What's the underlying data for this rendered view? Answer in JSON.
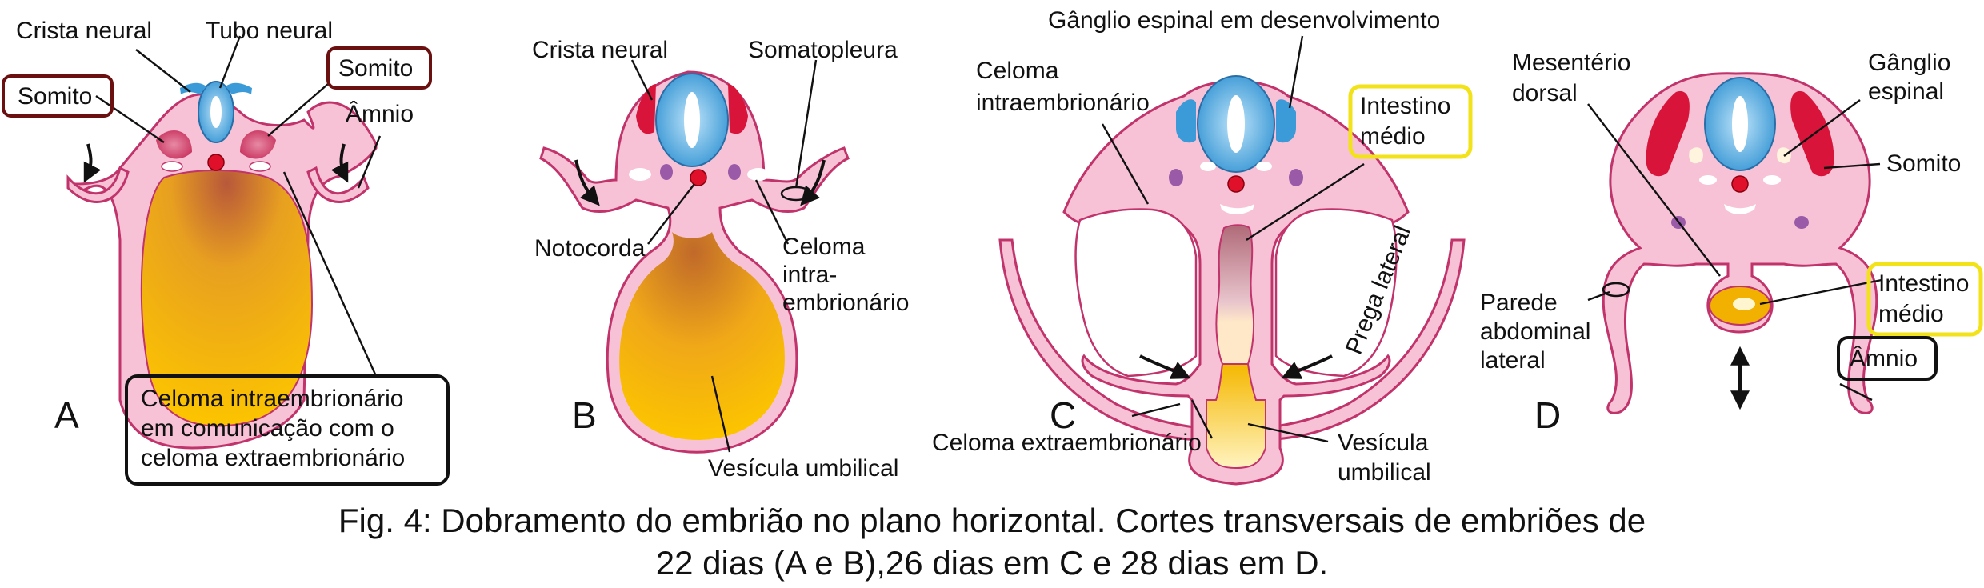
{
  "panels": {
    "a": {
      "letter": "A",
      "crista_neural": "Crista neural",
      "tubo_neural": "Tubo neural",
      "somito_left": "Somito",
      "somito_right": "Somito",
      "amnio": "Âmnio",
      "celoma_line1": "Celoma intraembrionário",
      "celoma_line2": "em comunicação com o",
      "celoma_line3": "celoma extraembrionário"
    },
    "b": {
      "letter": "B",
      "crista_neural": "Crista neural",
      "somatopleura": "Somatopleura",
      "notocorda": "Notocorda",
      "celoma_line1": "Celoma",
      "celoma_line2": "intra-",
      "celoma_line3": "embrionário",
      "vesicula": "Vesícula umbilical"
    },
    "c": {
      "letter": "C",
      "ganglio": "Gânglio espinal em desenvolvimento",
      "celoma_line1": "Celoma",
      "celoma_line2": "intraembrionário",
      "intestino_line1": "Intestino",
      "intestino_line2": "médio",
      "prega": "Prega lateral",
      "celoma_extra": "Celoma extraembrionário",
      "vesicula_line1": "Vesícula",
      "vesicula_line2": "umbilical"
    },
    "d": {
      "letter": "D",
      "mesenterio_line1": "Mesentério",
      "mesenterio_line2": "dorsal",
      "ganglio_line1": "Gânglio",
      "ganglio_line2": "espinal",
      "somito": "Somito",
      "intestino_line1": "Intestino",
      "intestino_line2": "médio",
      "parede_line1": "Parede",
      "parede_line2": "abdominal",
      "parede_line3": "lateral",
      "amnio": "Âmnio"
    }
  },
  "caption": {
    "line1": "Fig. 4: Dobramento do embrião no plano horizontal. Cortes transversais de embriões de",
    "line2": "22 dias (A e B),26 dias em C e 28 dias em D."
  },
  "colors": {
    "embryo_pink": "#f7c2d6",
    "embryo_outline": "#c0336b",
    "neural_tube_blue": "#3a9bd8",
    "notochord_red": "#e0102a",
    "yolk_sac_yellow": "#f5b800",
    "somite_red": "#d8143a",
    "highlight_maroon_box": "#6b1010",
    "highlight_yellow_box": "#f2e21a",
    "highlight_black_box": "#111111"
  }
}
